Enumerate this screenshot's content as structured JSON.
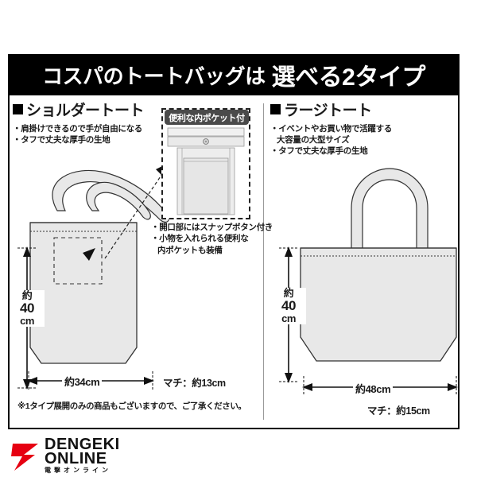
{
  "banner": {
    "text_normal": "コスパのトートバッグは",
    "text_strong": "選べる2タイプ"
  },
  "left_section": {
    "heading": "ショルダートート",
    "bullets": [
      "・肩掛けできるので手が自由になる",
      "・タフで丈夫な厚手の生地"
    ],
    "measurements": {
      "height_line1": "約",
      "height_line2": "40",
      "height_line3": "cm",
      "width": "約34cm",
      "gusset": "マチ：約13cm"
    }
  },
  "callout": {
    "header": "便利な内ポケット付",
    "notes": [
      "・開口部にはスナップボタン付き",
      "・小物を入れられる便利な",
      "内ポケットも装備"
    ]
  },
  "right_section": {
    "heading": "ラージトート",
    "bullets": [
      "・イベントやお買い物で活躍する",
      "大容量の大型サイズ",
      "・タフで丈夫な厚手の生地"
    ],
    "measurements": {
      "height_line1": "約",
      "height_line2": "40",
      "height_line3": "cm",
      "width": "約48cm",
      "gusset": "マチ：約15cm"
    }
  },
  "disclaimer": "※1タイプ展開のみの商品もございますので、ご了承ください。",
  "logo": {
    "line1": "DENGEKI",
    "line2": "ONLINE",
    "subtitle": "電撃オンライン"
  },
  "colors": {
    "banner_bg": "#000000",
    "banner_text": "#ffffff",
    "bag_fill": "#e8e8e8",
    "bag_stroke": "#333333",
    "callout_header_bg": "#4a4a4a",
    "logo_red": "#e60012",
    "divider": "#9a9a9a"
  }
}
